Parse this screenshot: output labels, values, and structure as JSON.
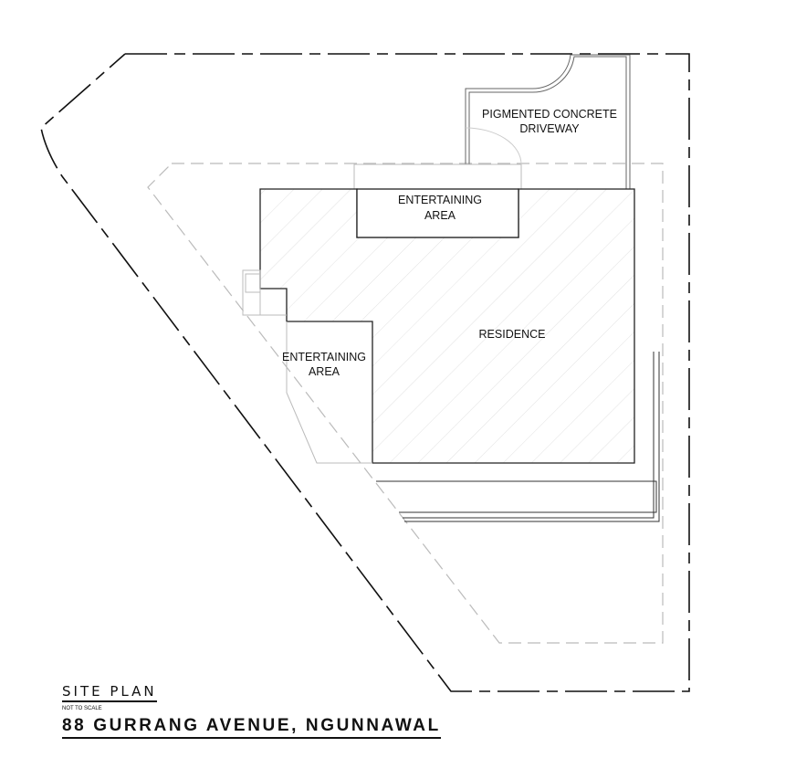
{
  "labels": {
    "entertaining_top": [
      "ENTERTAINING",
      "AREA"
    ],
    "driveway": [
      "PIGMENTED CONCRETE",
      "DRIVEWAY"
    ],
    "residence": "RESIDENCE",
    "entertaining_left": [
      "ENTERTAINING",
      "AREA"
    ]
  },
  "title_block": {
    "title": "SITE PLAN",
    "scale_note": "NOT TO SCALE",
    "address": "88 GURRANG AVENUE, NGUNNAWAL"
  },
  "colors": {
    "line": "#111111",
    "light_line": "#bbbbbb",
    "hatch": "#e4e4e4"
  }
}
